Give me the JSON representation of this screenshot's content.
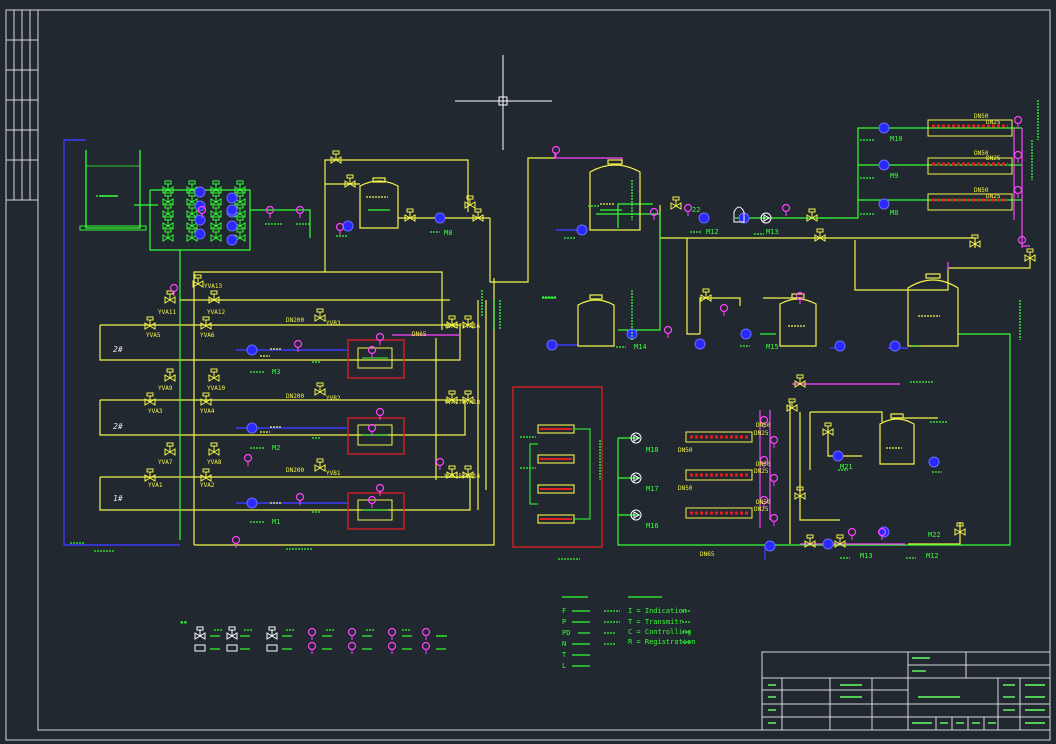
{
  "colors": {
    "background": "#212830",
    "frame": "#d8d8d8",
    "pipe_yellow": "#f4f44a",
    "pipe_green": "#33ff33",
    "pipe_blue": "#3a3aff",
    "pipe_magenta": "#ff44ff",
    "box_red": "#e02020"
  },
  "icons": [
    "crosshair-cursor-icon",
    "tank-icon",
    "pump-icon",
    "valve-icon",
    "instrument-icon",
    "heat-exchanger-icon"
  ],
  "zones": {
    "z2a": "2#",
    "z2b": "2#",
    "z1": "1#"
  },
  "valves": {
    "yva13": "YVA13",
    "yva11": "YVA11",
    "yva12": "YVA12",
    "yva5": "YVA5",
    "yva6": "YVA6",
    "yva9": "YVA9",
    "yva10": "YVA10",
    "yva3": "YVA3",
    "yva4": "YVA4",
    "yva7": "YVA7",
    "yva8": "YVA8",
    "yva1": "YVA1",
    "yva2": "YVA2",
    "yvb3": "YVB3",
    "yvb2": "YVB2",
    "yvb1": "YVB1",
    "yva16": "YVA17YVA16",
    "yva18": "YVA17YVA18",
    "yva14": "YVA15YVA14"
  },
  "pipes": {
    "dn200a": "DN200",
    "dn200b": "DN200",
    "dn200c": "DN200",
    "dn65": "DN65",
    "dn50a": "DN50",
    "dn50b": "DN50",
    "dn50c": "DN50",
    "dn25a": "DN25",
    "dn25b": "DN25",
    "dn25c": "DN25",
    "dn50d": "DN50",
    "dn50e": "DN50",
    "dn50f": "DN50",
    "dn25d": "DN25",
    "dn25e": "DN25",
    "dn25f": "DN25",
    "dn65b": "DN65",
    "dn50g": "DN50",
    "dn50h": "DN50"
  },
  "motors": {
    "m3": "M3",
    "m2": "M2",
    "m1": "M1",
    "m8": "M8",
    "m12": "M12",
    "m13": "M13",
    "m14": "M14",
    "m15": "M15",
    "m10": "M10",
    "m9": "M9",
    "m8b": "M8",
    "m18": "M18",
    "m17": "M17",
    "m16": "M16",
    "m21": "M21",
    "m13b": "M13",
    "m22": "M22",
    "m12b": "M12",
    "m22b": "22"
  },
  "legend_letters": {
    "items": [
      "F",
      "P",
      "PD",
      "N",
      "T",
      "L"
    ],
    "functions": [
      "I = Indication",
      "T = Transmitr",
      "C = Controlling",
      "R =  Registration"
    ]
  }
}
